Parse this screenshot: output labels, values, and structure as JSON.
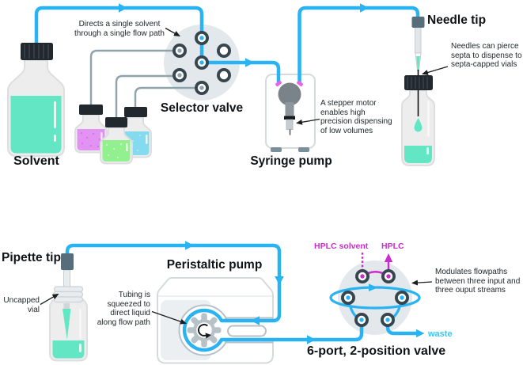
{
  "figure": {
    "top_row": {
      "solvent_label": "Solvent",
      "selector_note": "Directs a single solvent\nthrough a single flow path",
      "selector_valve_label": "Selector valve",
      "syringe_pump_label": "Syringe pump",
      "syringe_note": "A stepper motor\nenables high\nprecision dispensing\nof low volumes",
      "needle_tip_label": "Needle tip",
      "needle_note": "Needles can pierce\nsepta to dispense to\nsepta-capped vials"
    },
    "bottom_row": {
      "pipette_tip_label": "Pipette tip",
      "uncapped_vial_note": "Uncapped\nvial",
      "peristaltic_pump_label": "Peristaltic pump",
      "tubing_note": "Tubing is\nsqueezed to\ndirect liquid\nalong flow path",
      "six_port_valve_label": "6-port, 2-position valve",
      "valve_note": "Modulates flowpaths\nbetween three input and\nthree ouput streams",
      "hplc_solvent_label": "HPLC solvent",
      "hplc_label": "HPLC",
      "waste_label": "waste"
    },
    "colors": {
      "flow_blue": "#29b3f2",
      "magenta": "#cb2ccb",
      "waste_cyan": "#3cc6f2",
      "teal_liquid": "#63e6c3",
      "purple_liquid": "#e292f2",
      "green_liquid": "#92f08f",
      "cyan_liquid": "#84daef",
      "valve_body": "#e2e8ec",
      "port_ring": "#36454e"
    }
  }
}
